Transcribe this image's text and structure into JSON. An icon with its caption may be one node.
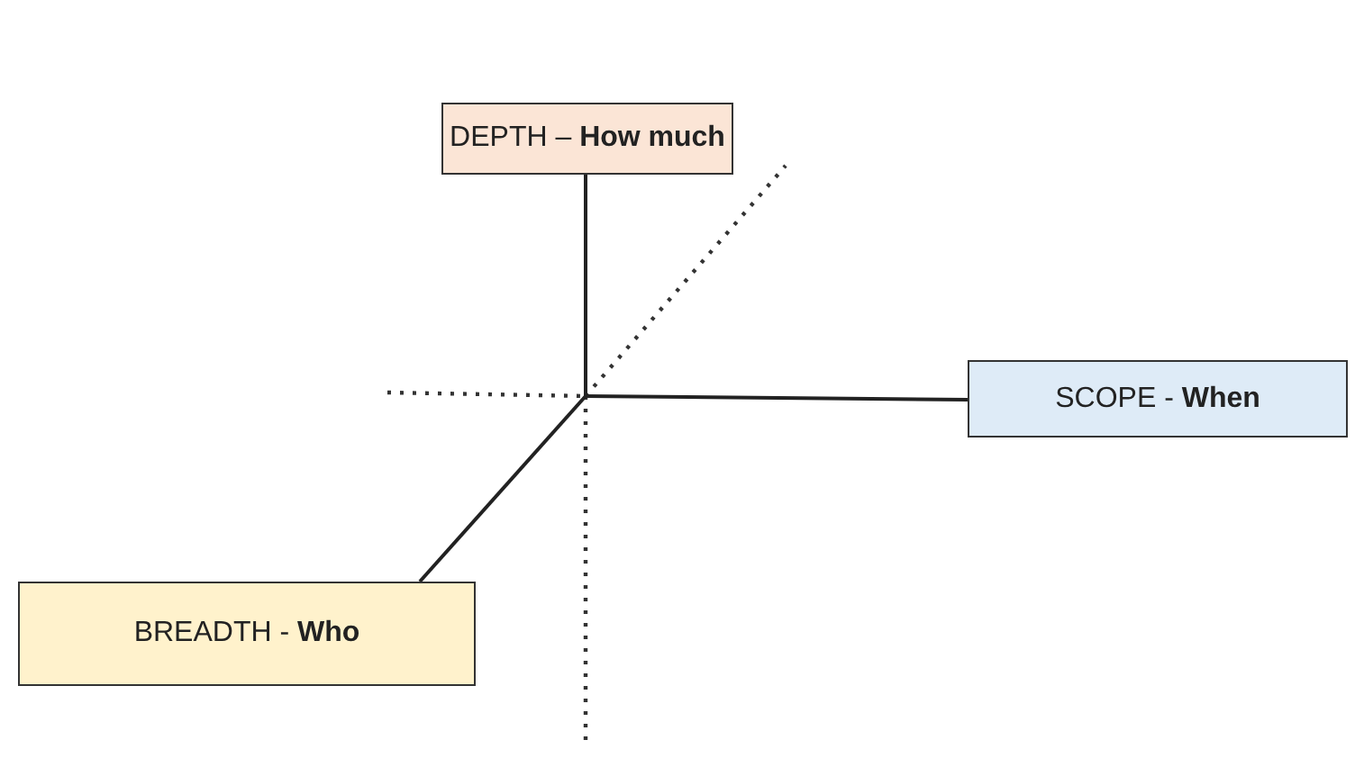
{
  "diagram": {
    "nodes": [
      {
        "text": [
          "DEPTH – **How much**"
        ]
      },
      {
        "text": [
          "SCOPE - **When**"
        ]
      },
      {
        "text": [
          "BREADTH - **Who**"
        ]
      }
    ],
    "edges": [
      {
        "from": null,
        "to": 0,
        "arrow": "none"
      },
      {
        "from": null,
        "to": 1,
        "arrow": "none"
      },
      {
        "from": null,
        "to": 2,
        "arrow": "none"
      }
    ]
  }
}
